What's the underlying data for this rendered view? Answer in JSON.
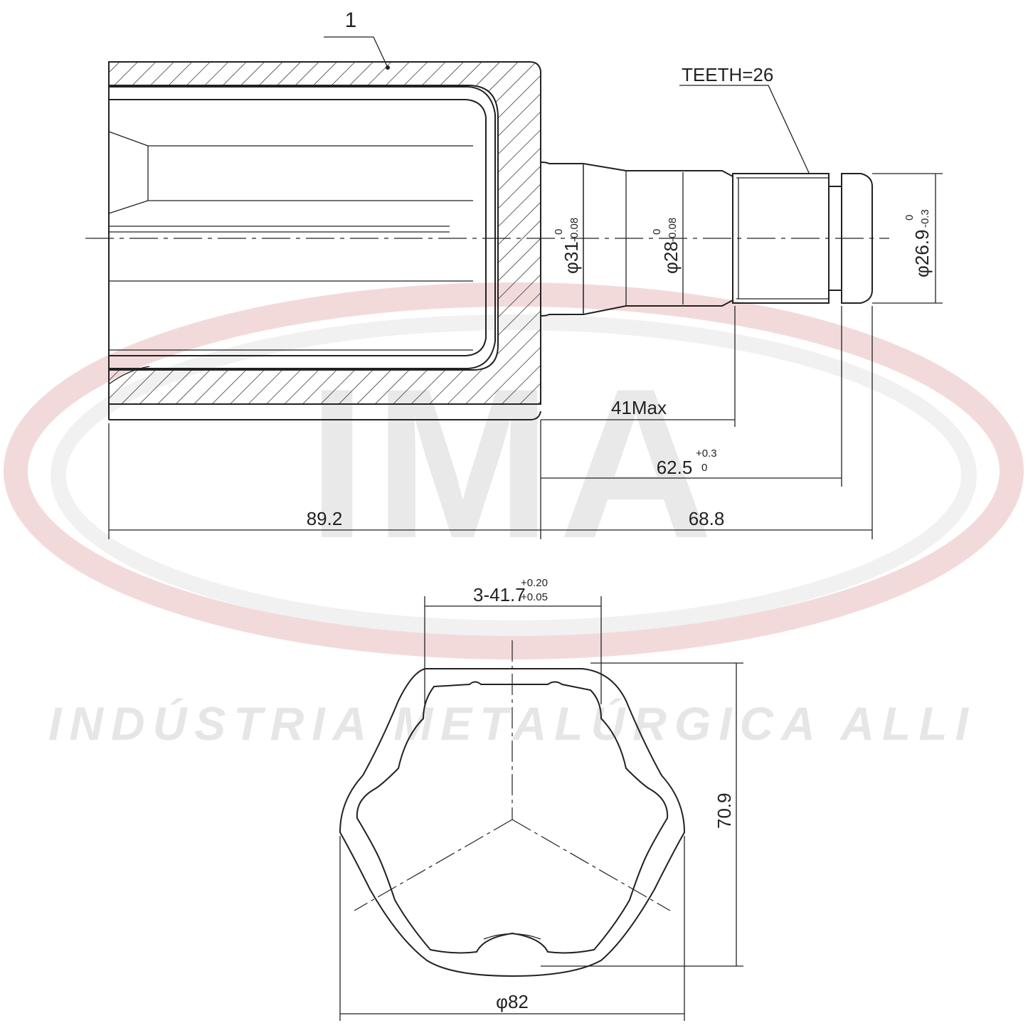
{
  "watermark": {
    "logo_text": "IMA",
    "company_name": "INDÚSTRIA METALÚRGICA ALLI",
    "ring_color": "#e8c4c4",
    "text_color": "#e9e9e9"
  },
  "part_callout": {
    "number": "1"
  },
  "spline": {
    "teeth_label": "TEETH=26"
  },
  "shaft_diameters": [
    {
      "label": "φ31",
      "tol_upper": "0",
      "tol_lower": "-0.08"
    },
    {
      "label": "φ28",
      "tol_upper": "0",
      "tol_lower": "-0.08"
    },
    {
      "label": "φ26.9",
      "tol_upper": "0",
      "tol_lower": "-0.3"
    }
  ],
  "lengths": {
    "spline_max": "41Max",
    "shaft_length": "62.5",
    "shaft_tol_upper": "+0.3",
    "shaft_tol_lower": "0",
    "bell_length": "89.2",
    "stem_length": "68.8"
  },
  "end_view": {
    "track_label": "3-41.7",
    "track_tol_upper": "+0.20",
    "track_tol_lower": "+0.05",
    "height": "70.9",
    "outer_diameter": "φ82"
  },
  "line_color": "#222222"
}
